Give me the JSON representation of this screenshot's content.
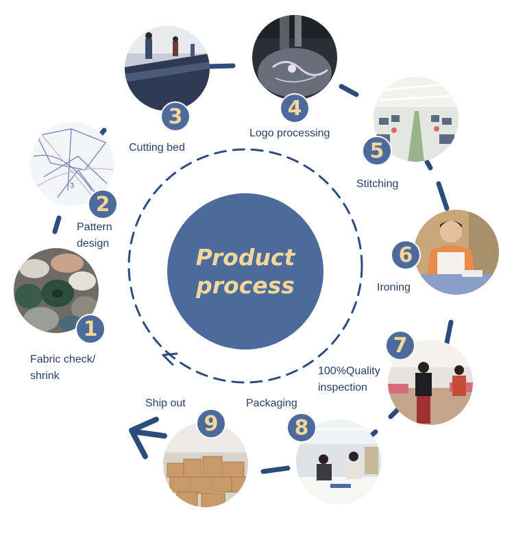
{
  "title_lines": [
    "Product",
    "process"
  ],
  "steps": [
    {
      "number": "1",
      "label_lines": [
        "Fabric check/",
        "shrink"
      ],
      "icon": "fabric-rolls-photo"
    },
    {
      "number": "2",
      "label_lines": [
        "Pattern",
        "design"
      ],
      "icon": "pattern-drawing-photo"
    },
    {
      "number": "3",
      "label_lines": [
        "Cutting bed"
      ],
      "icon": "cutting-table-photo"
    },
    {
      "number": "4",
      "label_lines": [
        "Logo processing"
      ],
      "icon": "embroidery-machine-photo"
    },
    {
      "number": "5",
      "label_lines": [
        "Stitching"
      ],
      "icon": "sewing-floor-photo"
    },
    {
      "number": "6",
      "label_lines": [
        "Ironing"
      ],
      "icon": "ironing-worker-photo"
    },
    {
      "number": "7",
      "label_lines": [
        "100%Quality",
        "inspection"
      ],
      "icon": "inspection-workers-photo"
    },
    {
      "number": "8",
      "label_lines": [
        "Packaging"
      ],
      "icon": "packaging-table-photo"
    },
    {
      "number": "9",
      "label_lines": [
        "Ship out"
      ],
      "icon": "warehouse-boxes-photo"
    }
  ],
  "colors": {
    "accent": "#4c6a9c",
    "number_text": "#f3d79a",
    "label_text": "#2a3d66",
    "ring": "#2c4c7e"
  }
}
